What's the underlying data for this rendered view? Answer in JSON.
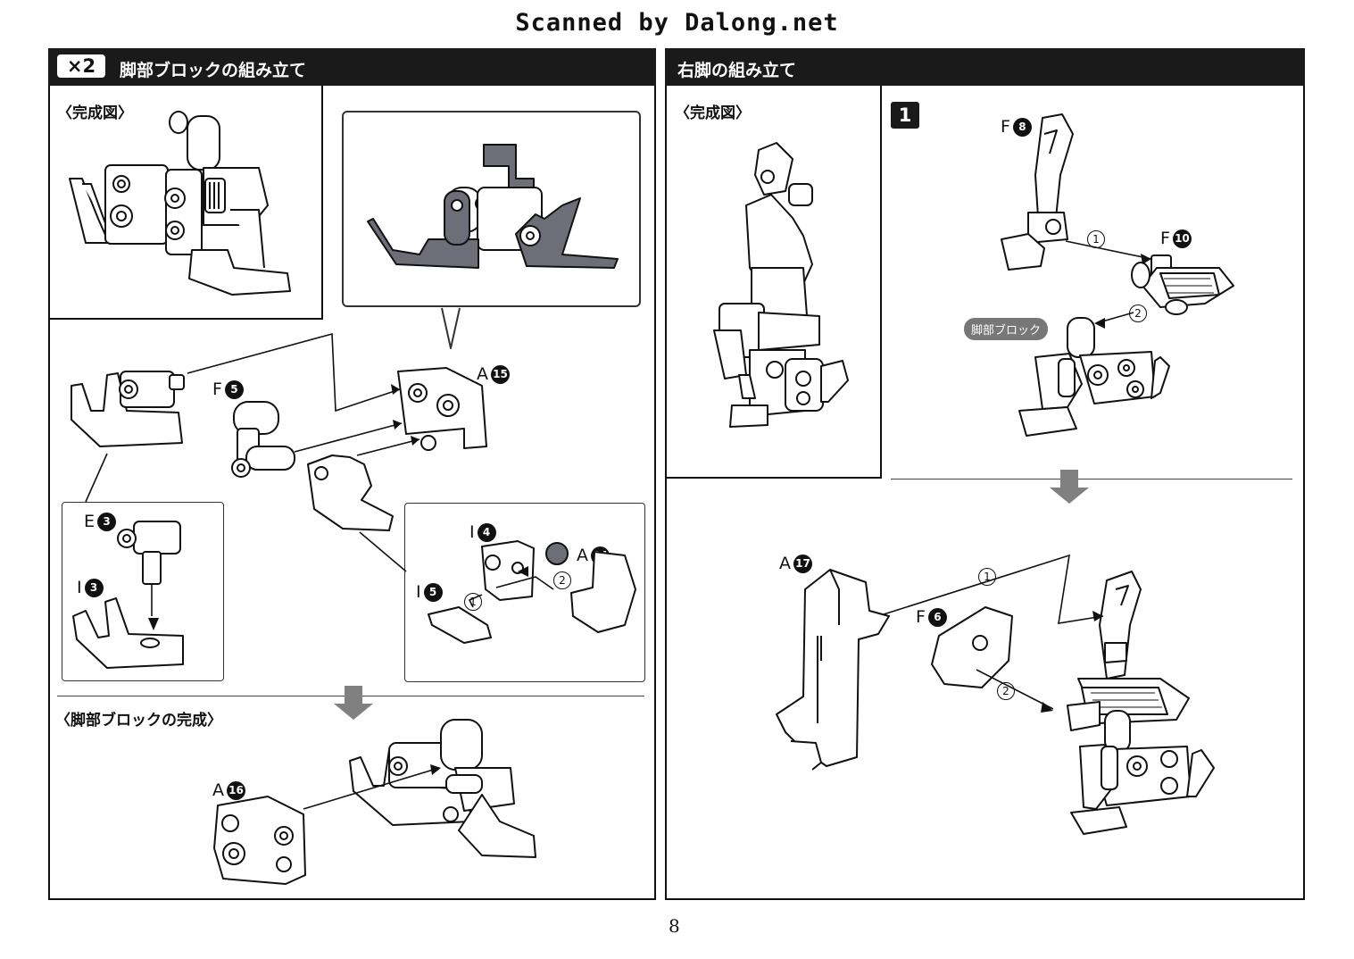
{
  "watermark": "Scanned by Dalong.net",
  "left_panel": {
    "badge": "×2",
    "title": "脚部ブロックの組み立て",
    "completed_label": "〈完成図〉",
    "parts": {
      "a15": {
        "letter": "A",
        "num": "15"
      },
      "f5": {
        "letter": "F",
        "num": "5"
      },
      "e3": {
        "letter": "E",
        "num": "3"
      },
      "i3": {
        "letter": "I",
        "num": "3"
      },
      "i4": {
        "letter": "I",
        "num": "4"
      },
      "i5": {
        "letter": "I",
        "num": "5"
      },
      "a14": {
        "letter": "A",
        "num": "14"
      },
      "a16": {
        "letter": "A",
        "num": "16"
      }
    },
    "steps": {
      "s1": "1",
      "s2": "2"
    },
    "block_complete_label": "〈脚部ブロックの完成〉"
  },
  "right_panel": {
    "title": "右脚の組み立て",
    "completed_label": "〈完成図〉",
    "step_number": "1",
    "parts": {
      "f8": {
        "letter": "F",
        "num": "8"
      },
      "f10": {
        "letter": "F",
        "num": "10"
      },
      "a17": {
        "letter": "A",
        "num": "17"
      },
      "f6": {
        "letter": "F",
        "num": "6"
      }
    },
    "block_pill": "脚部ブロック",
    "steps": {
      "s1": "1",
      "s2": "2",
      "s3": "1",
      "s4": "2"
    }
  },
  "page_number": "8",
  "colors": {
    "header_bg": "#1a1a1a",
    "part_fill": "#6e6e78",
    "arrow": "#808080"
  }
}
